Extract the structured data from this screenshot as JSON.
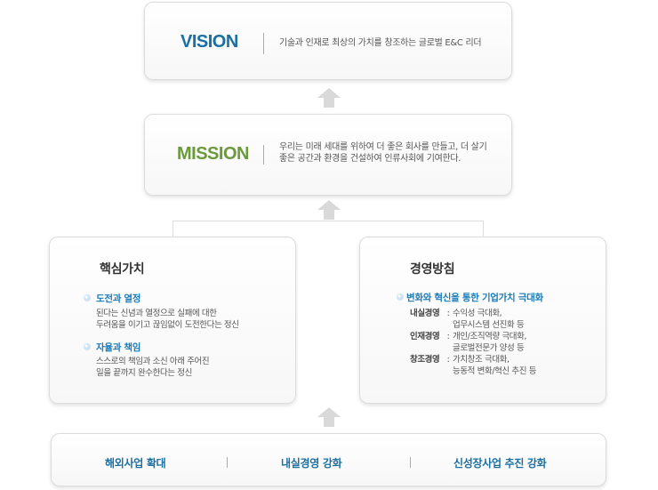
{
  "vision": {
    "label": "VISION",
    "text": "기술과 인재로 최상의 가치를 창조하는 글로벌 E&C 리더"
  },
  "mission": {
    "label": "MISSION",
    "text_line1": "우리는 미래 세대를 위하여 더 좋은 회사를 만들고, 더 살기",
    "text_line2": "좋은 공간과 환경을 건설하여 인류사회에 기여한다."
  },
  "core_values": {
    "title": "핵심가치",
    "items": [
      {
        "heading": "도전과 열정",
        "desc_line1": "된다는 신념과 열정으로 실패에 대한",
        "desc_line2": "두려움을 이기고 끊임없이 도전한다는 정신"
      },
      {
        "heading": "자율과 책임",
        "desc_line1": "스스로의 책임과 소신 아래 주어진",
        "desc_line2": "일을 끝까지 완수한다는 정신"
      }
    ]
  },
  "management_policy": {
    "title": "경영방침",
    "heading": "변화와 혁신을 통한 기업가치 극대화",
    "separator": ":",
    "rows": [
      {
        "label": "내실경영",
        "line1": "수익성 극대화,",
        "line2": "업무시스템 선진화 등"
      },
      {
        "label": "인재경영",
        "line1": "개인/조직역량 극대화,",
        "line2": "글로벌전문가 양성 등"
      },
      {
        "label": "창조경영",
        "line1": "가치창조 극대화,",
        "line2": "능동적 변화/혁신 추진 등"
      }
    ]
  },
  "strategies": [
    "해외사업 확대",
    "내실경영 강화",
    "신성장사업 추진 강화"
  ],
  "colors": {
    "vision": "#1a6fa3",
    "mission": "#6b9a3c",
    "accent": "#1a7bb8",
    "arrow": "#d9d9d9"
  }
}
